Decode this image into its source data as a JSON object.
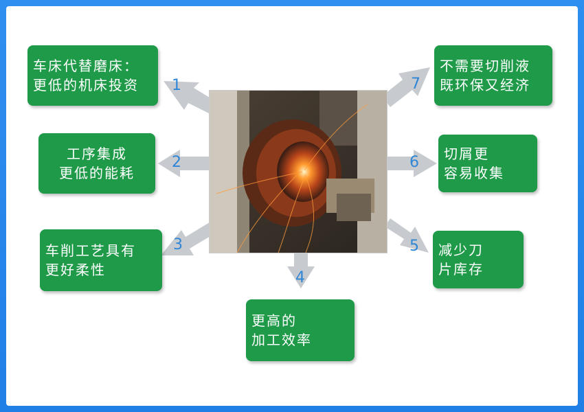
{
  "boxes": [
    {
      "id": "1",
      "lines": [
        "车床代替磨床：",
        "更低的机床投资"
      ]
    },
    {
      "id": "2",
      "lines": [
        "工序集成",
        "更低的能耗"
      ]
    },
    {
      "id": "3",
      "lines": [
        "车削工艺具有",
        "更好柔性"
      ]
    },
    {
      "id": "4",
      "lines": [
        "更高的",
        "加工效率"
      ]
    },
    {
      "id": "5",
      "lines": [
        "减少刀",
        "片库存"
      ]
    },
    {
      "id": "6",
      "lines": [
        "切屑更",
        "容易收集"
      ]
    },
    {
      "id": "7",
      "lines": [
        "不需要切削液",
        "既环保又经济"
      ]
    }
  ],
  "colors": {
    "box": "#1e9a48",
    "arrow": "#c7cbcf",
    "number": "#2f86d6",
    "frame": "#2f8ff0"
  }
}
